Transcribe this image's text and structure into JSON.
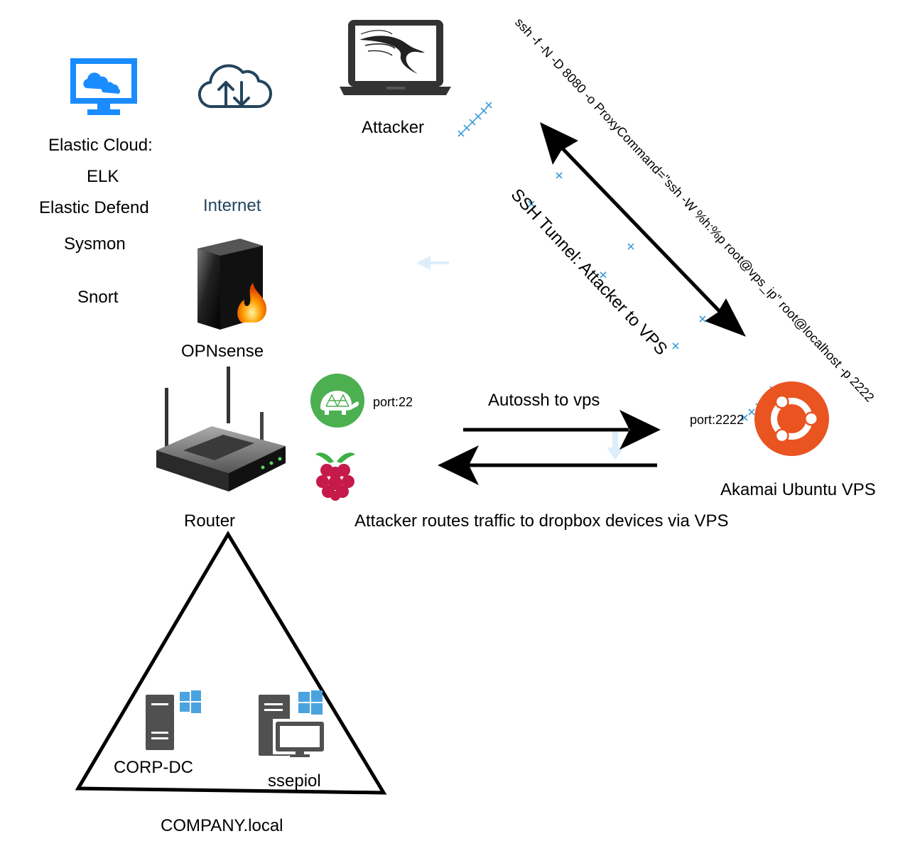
{
  "nodes": {
    "elastic": {
      "lines": [
        "Elastic Cloud:",
        "ELK",
        "Elastic Defend",
        "Sysmon",
        "Snort"
      ],
      "icon": "cloud-monitor-icon",
      "color": "#1a8cff"
    },
    "internet": {
      "label": "Internet",
      "icon": "cloud-upload-download-icon",
      "color": "#23445d"
    },
    "attacker": {
      "label": "Attacker",
      "icon": "kali-laptop-icon"
    },
    "opnsense": {
      "label": "OPNsense",
      "icon": "firewall-icon"
    },
    "router": {
      "label": "Router",
      "icon": "wireless-router-icon"
    },
    "dropbox": {
      "port_label": "port:22",
      "icons": [
        "turtle-icon",
        "raspberry-pi-icon"
      ],
      "turtle_color": "#4caf50",
      "raspberry_color": "#c51a4a"
    },
    "vps": {
      "label": "Akamai Ubuntu VPS",
      "port_label": "port:2222",
      "icon": "ubuntu-logo-icon",
      "color": "#e95420"
    },
    "network": {
      "label": "COMPANY.local",
      "hosts": [
        {
          "label": "CORP-DC",
          "icon": "windows-server-icon"
        },
        {
          "label": "ssepiol",
          "icon": "windows-workstation-icon"
        }
      ]
    }
  },
  "edges": {
    "ssh_tunnel": {
      "label": "SSH Tunnel: Attacker to VPS",
      "command": "ssh -f -N -D 8080 -o ProxyCommand=\"ssh -W %h:%p root@vps_ip\" root@localhost -p 2222"
    },
    "autossh": {
      "label": "Autossh to vps"
    },
    "routing": {
      "label": "Attacker routes traffic to dropbox devices via VPS"
    }
  },
  "colors": {
    "arrow": "#000000",
    "marker": "#3d9fd6",
    "ghost_arrow": "#ddeefa"
  }
}
